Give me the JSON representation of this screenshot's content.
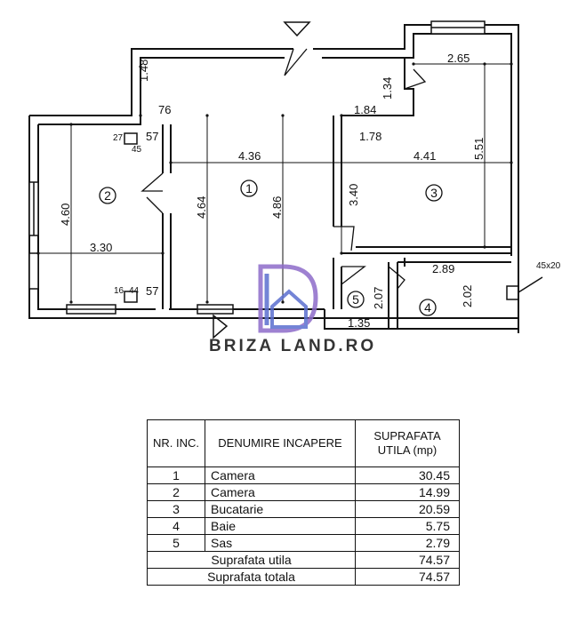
{
  "plan": {
    "dimensions": {
      "d148": "1.48",
      "d76": "76",
      "d184": "1.84",
      "d134": "1.34",
      "d265": "2.65",
      "d178": "1.78",
      "d551": "5.51",
      "d436": "4.36",
      "d441": "4.41",
      "d340": "3.40",
      "d460": "4.60",
      "d464": "4.64",
      "d486": "4.86",
      "d330": "3.30",
      "d27": "27",
      "d45": "45",
      "d57a": "57",
      "d16": "16",
      "d44": "44",
      "d57b": "57",
      "d289": "2.89",
      "d202": "2.02",
      "d207": "2.07",
      "d135": "1.35",
      "d45x20": "45x20"
    },
    "room_numbers": {
      "r1": "1",
      "r2": "2",
      "r3": "3",
      "r4": "4",
      "r5": "5"
    }
  },
  "watermark": {
    "text": "BRIZA LAND.RO",
    "color": "#5b6fd0",
    "accent": "#8e6cc9"
  },
  "table": {
    "headers": {
      "nr": "NR. INC.",
      "name": "DENUMIRE INCAPERE",
      "area": "SUPRAFATA UTILA (mp)"
    },
    "rows": [
      {
        "nr": "1",
        "name": "Camera",
        "area": "30.45"
      },
      {
        "nr": "2",
        "name": "Camera",
        "area": "14.99"
      },
      {
        "nr": "3",
        "name": "Bucatarie",
        "area": "20.59"
      },
      {
        "nr": "4",
        "name": "Baie",
        "area": "5.75"
      },
      {
        "nr": "5",
        "name": "Sas",
        "area": "2.79"
      }
    ],
    "totals": [
      {
        "label": "Suprafata utila",
        "value": "74.57"
      },
      {
        "label": "Suprafata totala",
        "value": "74.57"
      }
    ]
  }
}
